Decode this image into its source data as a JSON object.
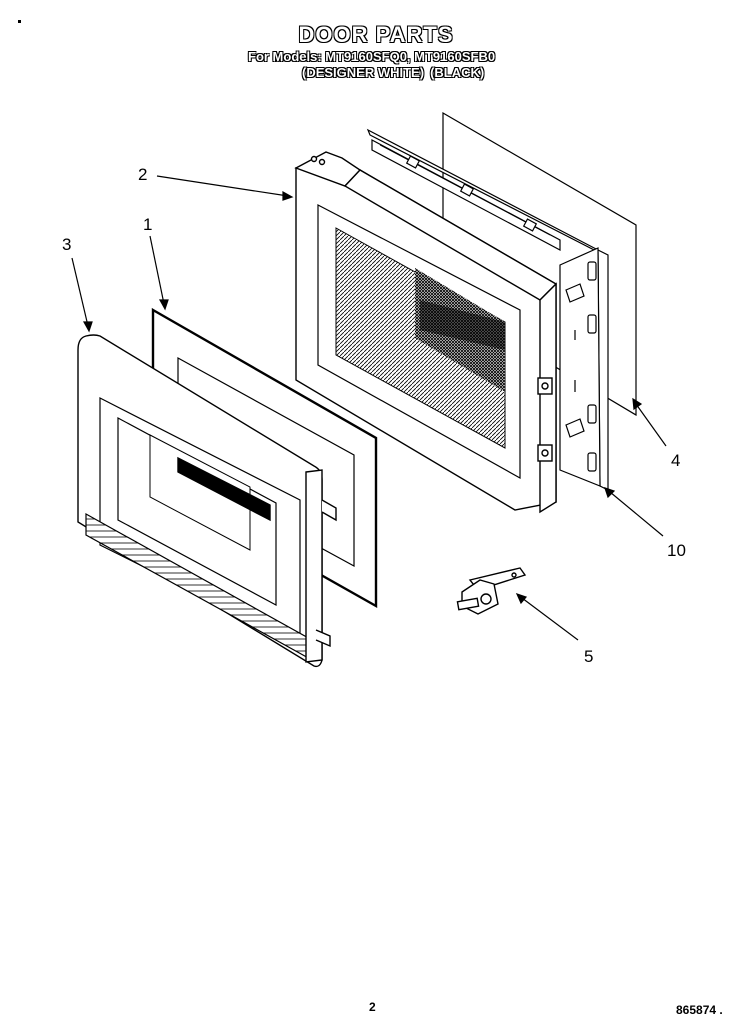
{
  "header": {
    "title": "DOOR PARTS",
    "models_line": "For Models: MT9160SFQ0, MT9160SFB0",
    "color_white": "(DESIGNER WHITE)",
    "color_black": "(BLACK)"
  },
  "callouts": {
    "c1": "1",
    "c2": "2",
    "c3": "3",
    "c4": "4",
    "c5": "5",
    "c10": "10"
  },
  "footer": {
    "page": "2",
    "doc_number": "865874 ."
  }
}
